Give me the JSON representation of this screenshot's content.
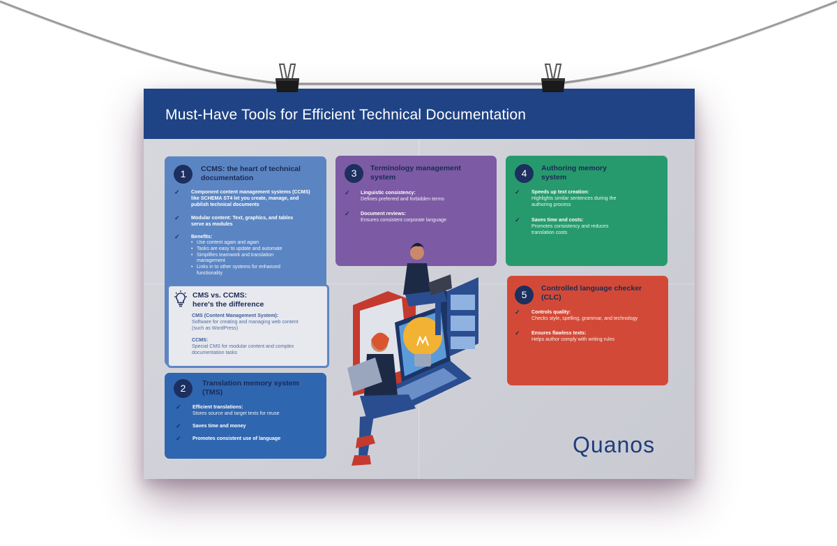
{
  "title": "Must-Have Tools for Efficient Technical Documentation",
  "logo": "Quanos",
  "colors": {
    "header": "#1f4385",
    "card1": "#5b85c2",
    "card2": "#2f66b0",
    "card3": "#7c5aa4",
    "card4": "#279a6d",
    "card5": "#d24a37",
    "number_circle": "#1c2f5e"
  },
  "card1": {
    "number": "1",
    "title_line1": "CCMS: the heart of technical",
    "title_line2": "documentation",
    "items": [
      {
        "text_lines": [
          "Component content management systems (CCMS)",
          "like SCHEMA ST4 let you create, manage, and",
          "publish technical documents"
        ]
      },
      {
        "text_lines": [
          "Modular content: Text, graphics, and tables",
          "serve as modules"
        ]
      },
      {
        "label": "Benefits:"
      }
    ],
    "benefits": [
      "Use content again and again",
      "Tasks are easy to update and automate",
      "Simplifies teamwork and translation management",
      "Links in to other systems for enhanced functionality"
    ]
  },
  "cms_box": {
    "icon": "lightbulb-icon",
    "title_line1": "CMS vs. CCMS:",
    "title_line2": "here's the difference",
    "cms_label": "CMS (Content Management System):",
    "cms_desc_line1": "Software for creating and managing web content",
    "cms_desc_line2": "(such as WordPress)",
    "ccms_label": "CCMS:",
    "ccms_desc_line1": "Special CMS for modular content and complex",
    "ccms_desc_line2": "documentation tasks"
  },
  "card2": {
    "number": "2",
    "title_line1": "Translation memory system",
    "title_line2": "(TMS)",
    "items": [
      {
        "label": "Efficient translations:",
        "desc": "Stores source and target texts for reuse"
      },
      {
        "label": "Saves time and money",
        "desc": ""
      },
      {
        "label": "Promotes consistent use of language",
        "desc": ""
      }
    ]
  },
  "card3": {
    "number": "3",
    "title_line1": "Terminology management",
    "title_line2": "system",
    "items": [
      {
        "label": "Linguistic consistency:",
        "desc": "Defines preferred and forbidden terms"
      },
      {
        "label": "Document reviews:",
        "desc": "Ensures consistent corporate language"
      }
    ]
  },
  "card4": {
    "number": "4",
    "title_line1": "Authoring memory",
    "title_line2": "system",
    "items": [
      {
        "label": "Speeds up text creation:",
        "desc_line1": "Highlights similar sentences during the",
        "desc_line2": "authoring process"
      },
      {
        "label": "Saves time and costs:",
        "desc_line1": "Promotes consistency and reduces",
        "desc_line2": "translation costs"
      }
    ]
  },
  "card5": {
    "number": "5",
    "title_line1": "Controlled language checker",
    "title_line2": "(CLC)",
    "items": [
      {
        "label": "Controls quality:",
        "desc": "Checks style, spelling, grammar, and technology"
      },
      {
        "label": "Ensures flawless texts:",
        "desc": "Helps author comply with writing rules"
      }
    ]
  }
}
